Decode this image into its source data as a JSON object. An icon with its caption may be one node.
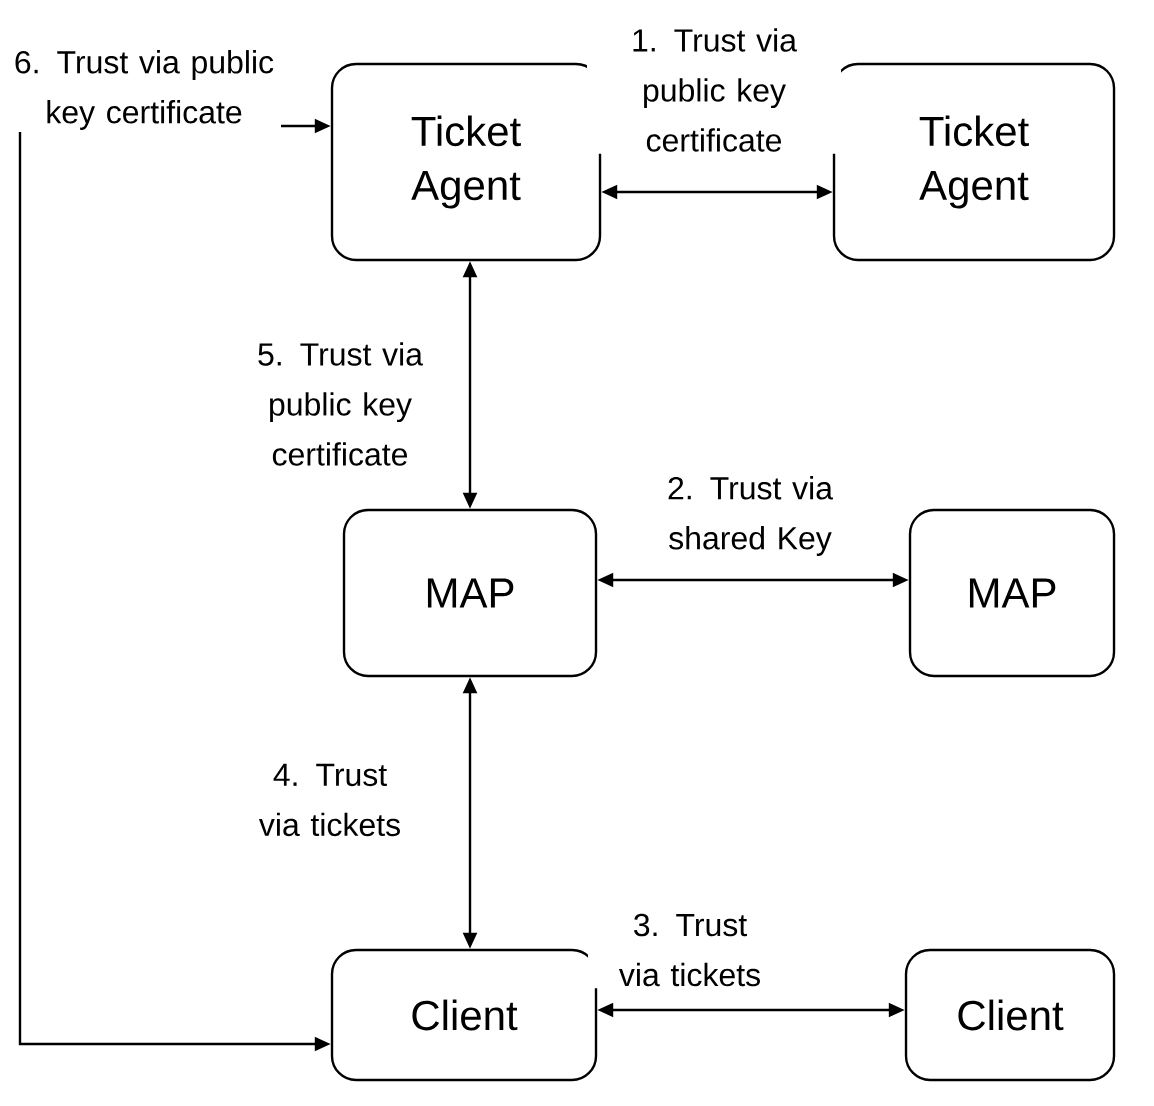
{
  "diagram": {
    "nodes": [
      {
        "text": [
          "Ticket Agent"
        ]
      },
      {
        "text": [
          "Ticket Agent"
        ]
      },
      {
        "text": [
          "MAP"
        ]
      },
      {
        "text": [
          "MAP"
        ]
      },
      {
        "text": [
          "Client"
        ]
      },
      {
        "text": [
          "Client"
        ]
      }
    ],
    "edges": [
      {
        "from": 0,
        "to": 1,
        "arrow": "both",
        "label": "1. Trust via public key certificate"
      },
      {
        "from": 2,
        "to": 3,
        "arrow": "both",
        "label": "2. Trust via shared Key"
      },
      {
        "from": 4,
        "to": 5,
        "arrow": "both",
        "label": "3. Trust via tickets"
      },
      {
        "from": 2,
        "to": 4,
        "arrow": "both",
        "label": "4. Trust via tickets"
      },
      {
        "from": 0,
        "to": 2,
        "arrow": "both",
        "label": "5. Trust via public key certificate"
      },
      {
        "from": 4,
        "to": 0,
        "arrow": "both",
        "label": "6. Trust via public key certificate"
      }
    ]
  }
}
